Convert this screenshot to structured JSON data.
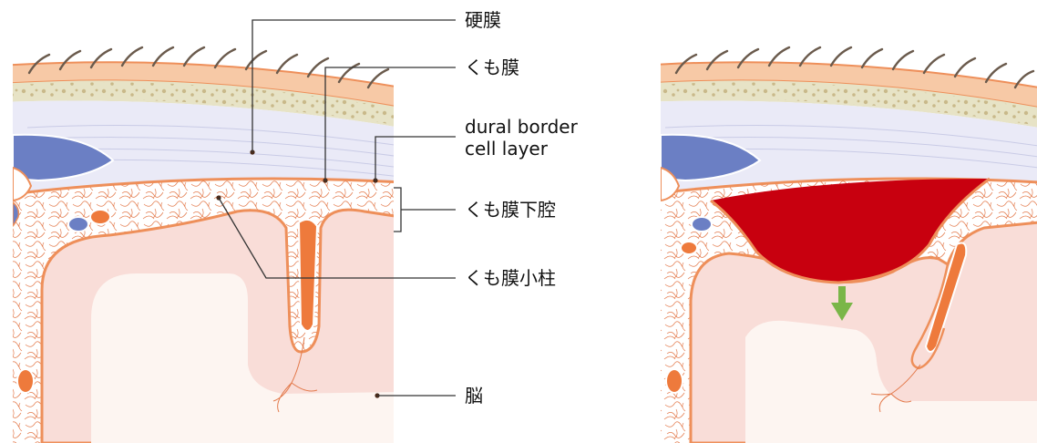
{
  "labels": {
    "dura": "硬膜",
    "arachnoid": "くも膜",
    "dbcl_line1": "dural border",
    "dbcl_line2": "cell layer",
    "subarachnoid": "くも膜下腔",
    "trabecula": "くも膜小柱",
    "brain": "脳"
  },
  "colors": {
    "skin": "#f7c9a6",
    "bone": "#e7e3c6",
    "dura": "#eaeaf7",
    "sinus": "#6b7fc4",
    "vessel_artery": "#ee7a3c",
    "vessel_vein": "#6b7fc4",
    "brain": "#f9ddd8",
    "white_matter": "#fdf5f1",
    "hematoma": "#c8000f",
    "arrow": "#7ab648"
  },
  "icons": {
    "arrow": "down-arrow-icon"
  }
}
